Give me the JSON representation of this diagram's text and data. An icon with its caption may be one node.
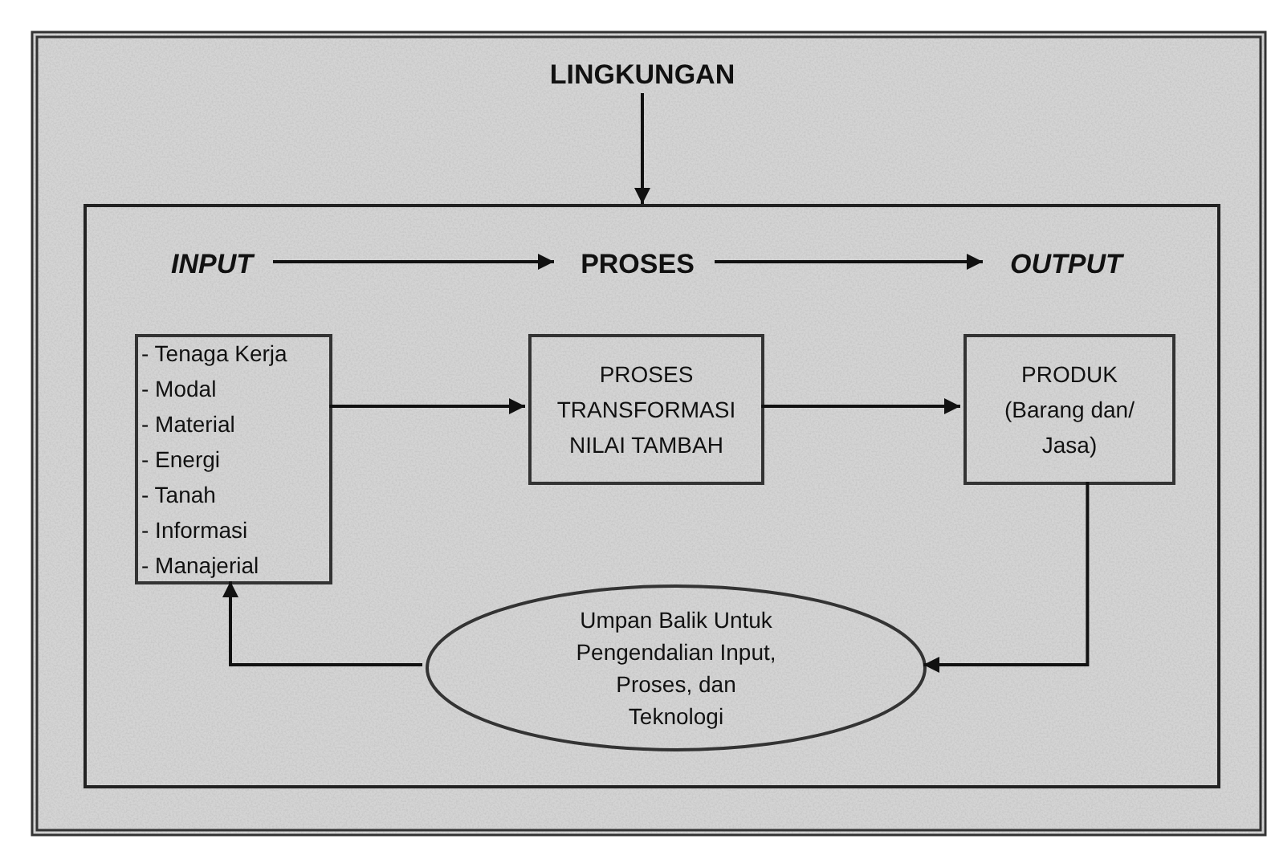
{
  "diagram": {
    "nodes": [
      {
        "text": [
          "LINGKUNGAN"
        ]
      },
      {
        "text": [],
        "shape": "box"
      },
      {
        "text": [
          "INPUT"
        ],
        "in": 1
      },
      {
        "text": [
          "PROSES"
        ],
        "in": 1
      },
      {
        "text": [
          "OUTPUT"
        ],
        "in": 1
      },
      {
        "text": [
          "- Tenaga Kerja",
          "- Modal",
          "- Material",
          "- Energi",
          "- Tanah",
          "- Informasi",
          "- Manajerial"
        ],
        "in": 1
      },
      {
        "text": [
          "PROSES TRANSFORMASI NILAI TAMBAH"
        ],
        "in": 1
      },
      {
        "text": [
          "PRODUK (Barang dan/ Jasa)"
        ],
        "in": 1
      },
      {
        "text": [
          "Umpan Balik Untuk Pengendalian Input, Proses, dan Teknologi"
        ],
        "in": 1
      }
    ],
    "edges": [
      {
        "from": 0,
        "to": 1,
        "arrow": "to"
      },
      {
        "from": 2,
        "to": 3,
        "arrow": "to"
      },
      {
        "from": 3,
        "to": 4,
        "arrow": "to"
      },
      {
        "from": 5,
        "to": 6,
        "arrow": "to"
      },
      {
        "from": 6,
        "to": 7,
        "arrow": "to"
      },
      {
        "from": 7,
        "to": 8,
        "arrow": "to"
      },
      {
        "from": 8,
        "to": 5,
        "arrow": "to"
      }
    ]
  }
}
